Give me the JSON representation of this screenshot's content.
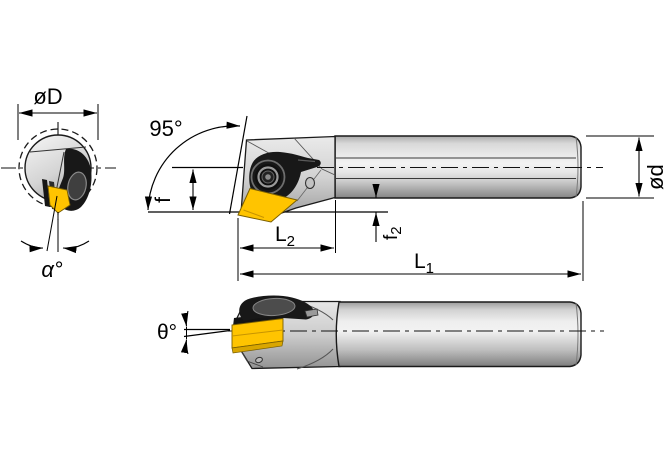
{
  "drawing_type": "tool-holder-dimension-drawing",
  "end_view": {
    "diameter_label": "øD",
    "alpha_label": "α°"
  },
  "side_view": {
    "entering_angle_label": "95°",
    "f_label": "f",
    "f2_main": "f",
    "f2_sub": "2",
    "l2_main": "L",
    "l2_sub": "2",
    "l1_main": "L",
    "l1_sub": "1",
    "shank_diameter_label": "ød"
  },
  "bottom_view": {
    "theta_label": "θ°"
  },
  "colors": {
    "insert": "#FFC400",
    "insert_shade": "#D9A600",
    "clamp": "#181818",
    "line": "#000000",
    "background": "#FFFFFF"
  }
}
